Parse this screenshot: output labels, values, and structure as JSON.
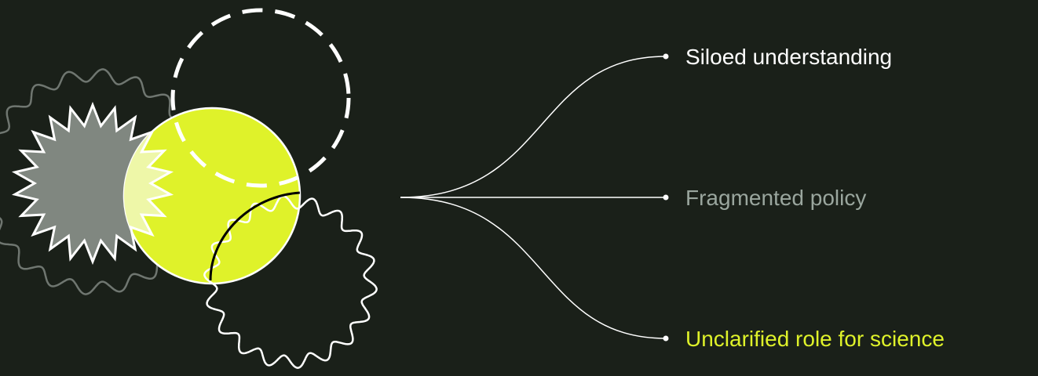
{
  "colors": {
    "background": "#1a2019",
    "accent": "#dff22a",
    "white": "#ffffff",
    "muted_gray": "#9aa69e",
    "gray_fill": "#808780",
    "pale_fill": "#eef7a8"
  },
  "branches": [
    {
      "label": "Siloed understanding",
      "color": "#ffffff"
    },
    {
      "label": "Fragmented policy",
      "color": "#9aa69e"
    },
    {
      "label": "Unclarified role for science",
      "color": "#dff22a"
    }
  ]
}
